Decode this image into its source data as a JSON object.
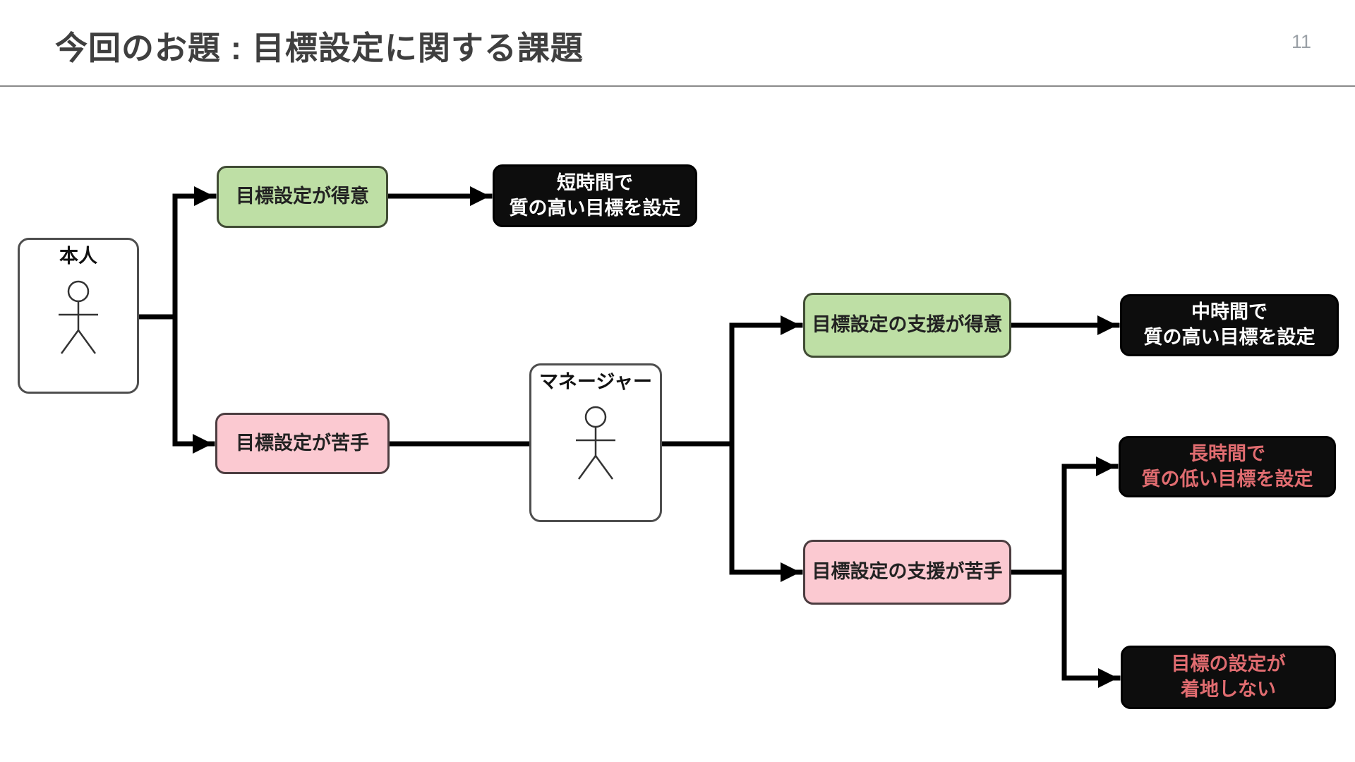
{
  "slide": {
    "title": "今回のお題 : 目標設定に関する課題",
    "page_number": "11"
  },
  "colors": {
    "title_text": "#3f3f3f",
    "page_number_text": "#9aa0a6",
    "green_fill": "#bedfa5",
    "pink_fill": "#fbc9d1",
    "black_fill": "#0d0d0d",
    "white_text": "#ffffff",
    "red_text": "#e06c70",
    "connector": "#000000"
  },
  "diagram": {
    "nodes": {
      "person": {
        "label": "本人",
        "icon": "stick-figure"
      },
      "manager": {
        "label": "マネージャー",
        "icon": "stick-figure"
      },
      "good_at_goals": {
        "label": "目標設定が得意",
        "style": "green"
      },
      "bad_at_goals": {
        "label": "目標設定が苦手",
        "style": "pink"
      },
      "short_time": {
        "line1": "短時間で",
        "line2": "質の高い目標を設定",
        "style": "black-white-text"
      },
      "support_good": {
        "label": "目標設定の支援が得意",
        "style": "green"
      },
      "mid_time": {
        "line1": "中時間で",
        "line2": "質の高い目標を設定",
        "style": "black-white-text"
      },
      "support_bad": {
        "label": "目標設定の支援が苦手",
        "style": "pink"
      },
      "long_time": {
        "line1": "長時間で",
        "line2": "質の低い目標を設定",
        "style": "black-red-text"
      },
      "no_landing": {
        "line1": "目標の設定が",
        "line2": "着地しない",
        "style": "black-red-text"
      }
    },
    "edges": [
      "person -> good_at_goals",
      "person -> bad_at_goals",
      "good_at_goals -> short_time",
      "bad_at_goals -> manager",
      "manager -> support_good",
      "manager -> support_bad",
      "support_good -> mid_time",
      "support_bad -> long_time",
      "support_bad -> no_landing"
    ]
  }
}
